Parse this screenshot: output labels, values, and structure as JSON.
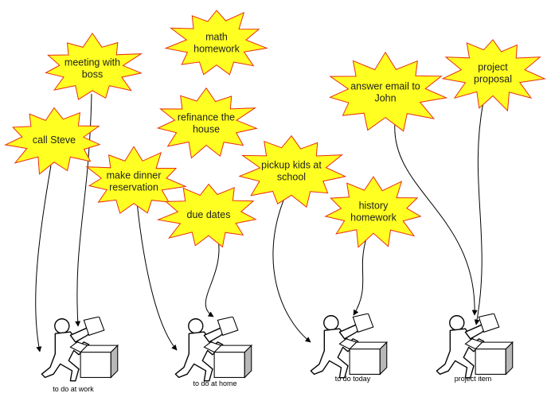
{
  "colors": {
    "star_fill": "#ffff22",
    "star_stroke": "#e83010",
    "arrow": "#000000",
    "box_side": "#b8b8b8"
  },
  "ideas": [
    {
      "id": "meeting",
      "lines": [
        "meeting with",
        "boss"
      ]
    },
    {
      "id": "math",
      "lines": [
        "math",
        "homework"
      ]
    },
    {
      "id": "call",
      "lines": [
        "call Steve"
      ]
    },
    {
      "id": "refinance",
      "lines": [
        "refinance the",
        "house"
      ]
    },
    {
      "id": "dinner",
      "lines": [
        "make dinner",
        "reservation"
      ]
    },
    {
      "id": "due",
      "lines": [
        "due dates"
      ]
    },
    {
      "id": "pickup",
      "lines": [
        "pickup kids at",
        "school"
      ]
    },
    {
      "id": "history",
      "lines": [
        "history",
        "homework"
      ]
    },
    {
      "id": "email",
      "lines": [
        "answer email to",
        "John"
      ]
    },
    {
      "id": "project",
      "lines": [
        "project",
        "proposal"
      ]
    }
  ],
  "bins": [
    {
      "id": "work",
      "label": "to do at work",
      "icon": "person-boxing-icon"
    },
    {
      "id": "home",
      "label": "to do at home",
      "icon": "person-boxing-icon"
    },
    {
      "id": "today",
      "label": "to do today",
      "icon": "person-boxing-icon"
    },
    {
      "id": "project",
      "label": "project item",
      "icon": "person-boxing-icon"
    }
  ]
}
